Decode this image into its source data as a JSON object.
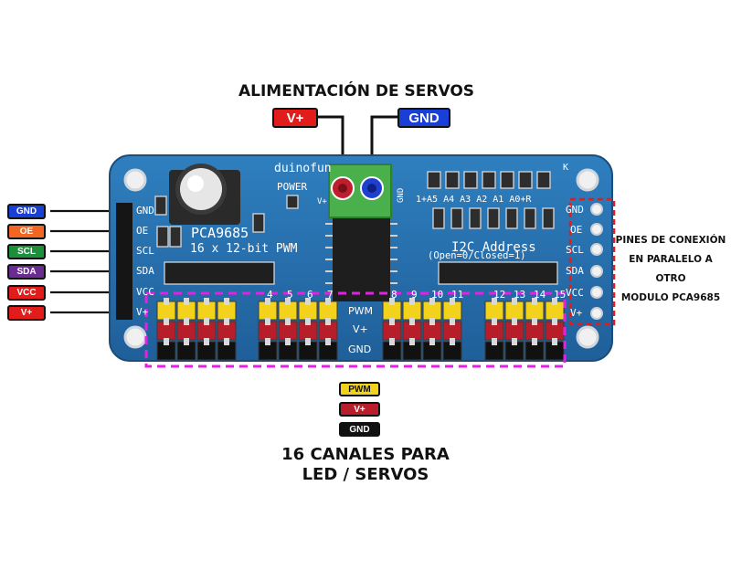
{
  "title_power": "ALIMENTACIÓN DE SERVOS",
  "power_labels": {
    "vplus": "V+",
    "gnd": "GND"
  },
  "left_pins": [
    {
      "label": "GND",
      "color": "#1a3fd6"
    },
    {
      "label": "OE",
      "color": "#f26522"
    },
    {
      "label": "SCL",
      "color": "#1c8f3a"
    },
    {
      "label": "SDA",
      "color": "#6a2c91"
    },
    {
      "label": "VCC",
      "color": "#e21b1b"
    },
    {
      "label": "V+",
      "color": "#e21b1b"
    }
  ],
  "right_note": [
    "PINES DE CONEXIÓN",
    "EN PARALELO A OTRO",
    "MODULO PCA9685"
  ],
  "legend": [
    {
      "label": "PWM",
      "bg": "#f3d21b",
      "fg": "#111111"
    },
    {
      "label": "V+",
      "bg": "#b81e2a",
      "fg": "#ffffff"
    },
    {
      "label": "GND",
      "bg": "#111111",
      "fg": "#ffffff"
    }
  ],
  "bottom_title": [
    "16 CANALES PARA",
    "LED / SERVOS"
  ],
  "board": {
    "brand": "duinofun",
    "power_label": "POWER",
    "vplus_small": "V+",
    "gnd_small": "GND",
    "chip_name": "PCA9685",
    "chip_desc": "16 x 12-bit PWM",
    "addr_title": "I2C Address",
    "addr_desc": "(Open=0/Closed=1)",
    "addr_pins": "1+A5 A4 A3 A2 A1 A0+R",
    "left_silk": [
      "GND",
      "OE",
      "SCL",
      "SDA",
      "VCC",
      "V+"
    ],
    "right_silk": [
      "GND",
      "OE",
      "SCL",
      "SDA",
      "VCC",
      "V+"
    ],
    "row_labels": [
      "PWM",
      "V+",
      "GND"
    ],
    "channel_numbers": [
      "4",
      "5",
      "6",
      "7",
      "8",
      "9",
      "10",
      "11",
      "12",
      "13",
      "14",
      "15"
    ],
    "k_mark": "K"
  }
}
